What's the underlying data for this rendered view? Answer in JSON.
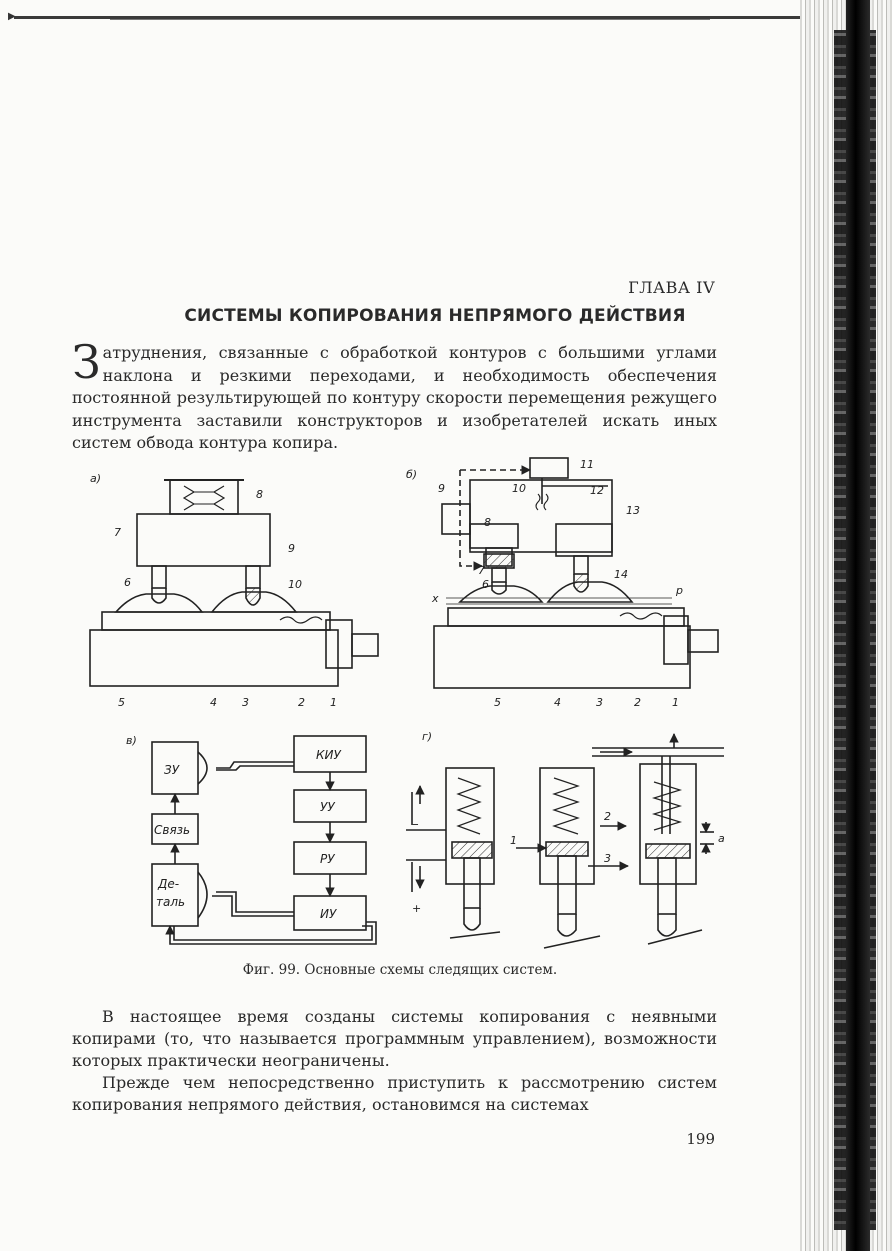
{
  "chapter": {
    "label": "ГЛАВА IV",
    "title": "СИСТЕМЫ КОПИРОВАНИЯ НЕПРЯМОГО ДЕЙСТВИЯ"
  },
  "intro": {
    "drop_cap": "З",
    "text": "атруднения, связанные с обработкой контуров с большими углами наклона и резкими переходами, и необходимость обеспечения постоянной результирующей по контуру скорости перемещения режущего инструмента заставили конструкторов и изобретателей искать иных систем обвода контура копира."
  },
  "figure": {
    "panel_a": {
      "letter": "а)",
      "labels": [
        "8",
        "7",
        "9",
        "6",
        "10",
        "5",
        "4",
        "3",
        "2",
        "1"
      ]
    },
    "panel_b": {
      "letter": "б)",
      "labels": [
        "11",
        "9",
        "10",
        "12",
        "13",
        "8",
        "7",
        "6",
        "14",
        "x",
        "p",
        "5",
        "4",
        "3",
        "2",
        "1"
      ]
    },
    "panel_v": {
      "letter": "в)",
      "boxes": [
        "ЗУ",
        "Связь",
        "Де-",
        "таль",
        "КИУ",
        "УУ",
        "РУ",
        "ИУ"
      ]
    },
    "panel_g": {
      "letter": "г)",
      "labels": [
        "1",
        "2",
        "3",
        "a",
        "+",
        "−"
      ]
    },
    "caption": "Фиг. 99. Основные схемы следящих систем."
  },
  "body": {
    "para_2": "В настоящее время созданы системы копирования с неявными копирами (то, что называется программным управлением), возможности которых практически неограничены.",
    "para_3": "Прежде чем непосредственно приступить к рассмотрению систем копирования непрямого действия, остановимся на системах"
  },
  "page_number": "199"
}
